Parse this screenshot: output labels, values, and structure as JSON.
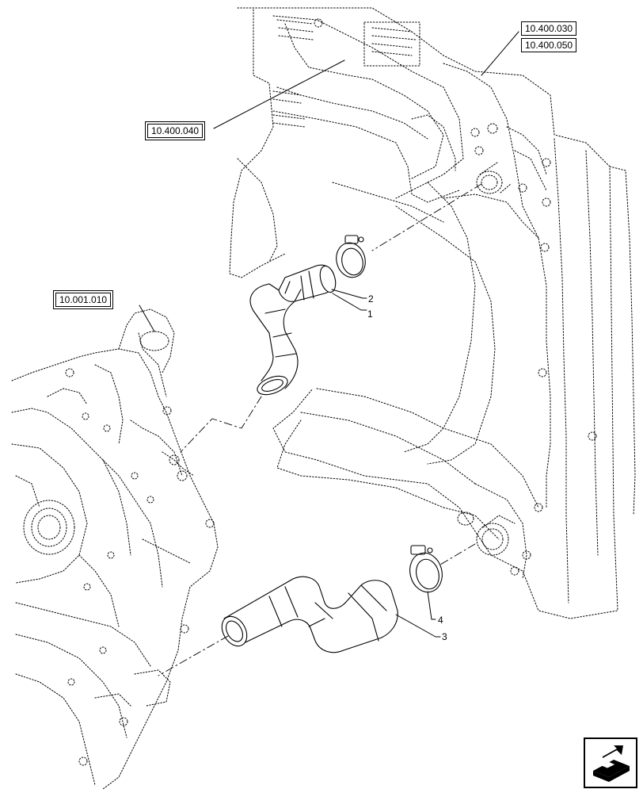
{
  "references": {
    "ref_top_1": "10.400.030",
    "ref_top_2": "10.400.050",
    "ref_radiator": "10.400.040",
    "ref_engine": "10.001.010"
  },
  "callouts": {
    "c1": "1",
    "c2": "2",
    "c3": "3",
    "c4": "4"
  },
  "icons": {
    "navigation": "next-page-arrow-icon"
  }
}
